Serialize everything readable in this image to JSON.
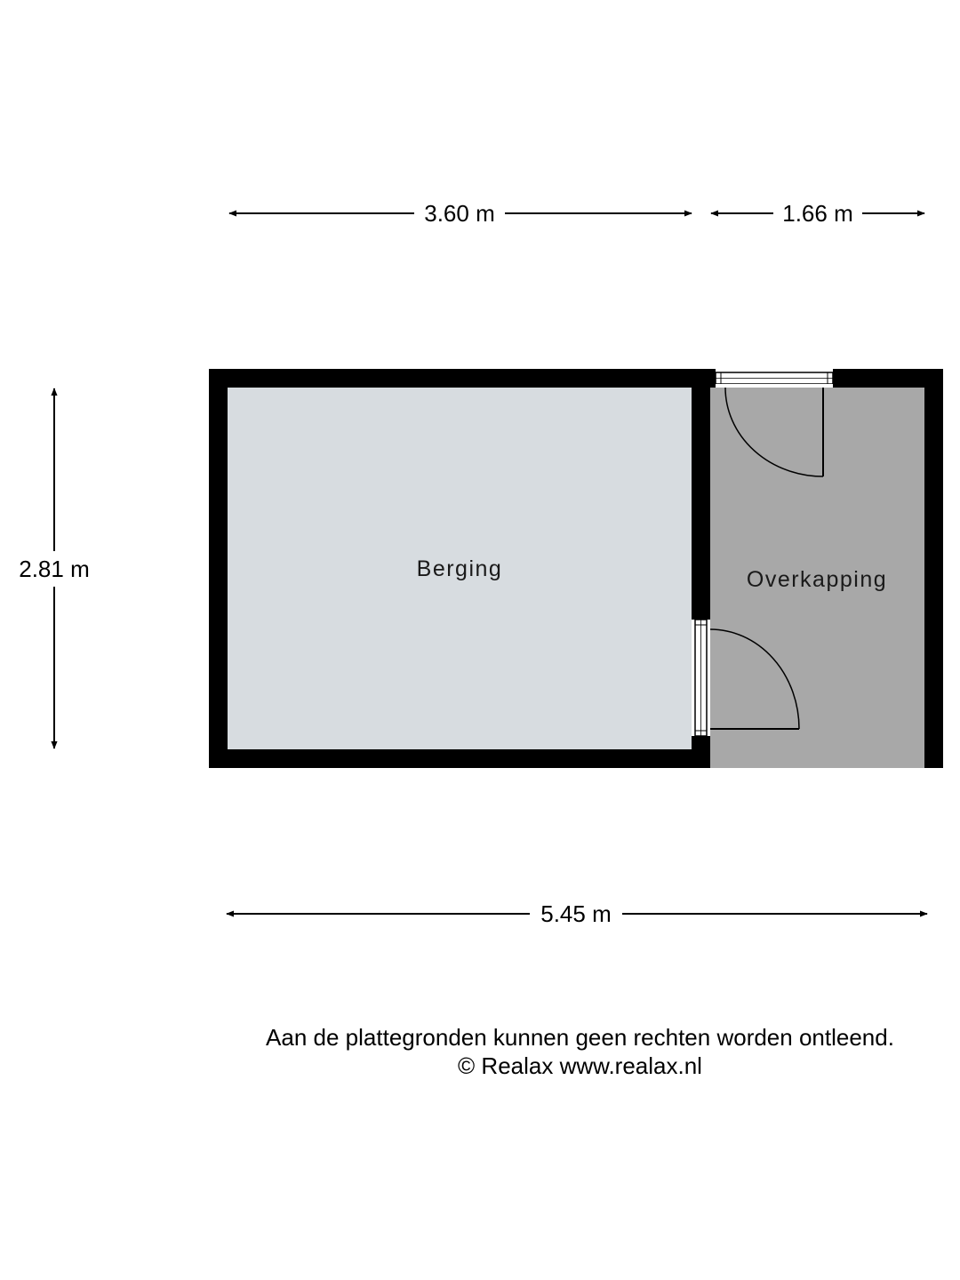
{
  "dimensions": {
    "top_left_width": "3.60 m",
    "top_right_width": "1.66 m",
    "total_width": "5.45 m",
    "height": "2.81 m"
  },
  "rooms": {
    "berging": {
      "label": "Berging",
      "fill_color": "#d7dce0"
    },
    "overkapping": {
      "label": "Overkapping",
      "fill_color": "#a8a8a8"
    }
  },
  "wall_color": "#000000",
  "footer": {
    "disclaimer": "Aan de plattegronden kunnen geen rechten worden ontleend.",
    "copyright": "© Realax www.realax.nl"
  }
}
